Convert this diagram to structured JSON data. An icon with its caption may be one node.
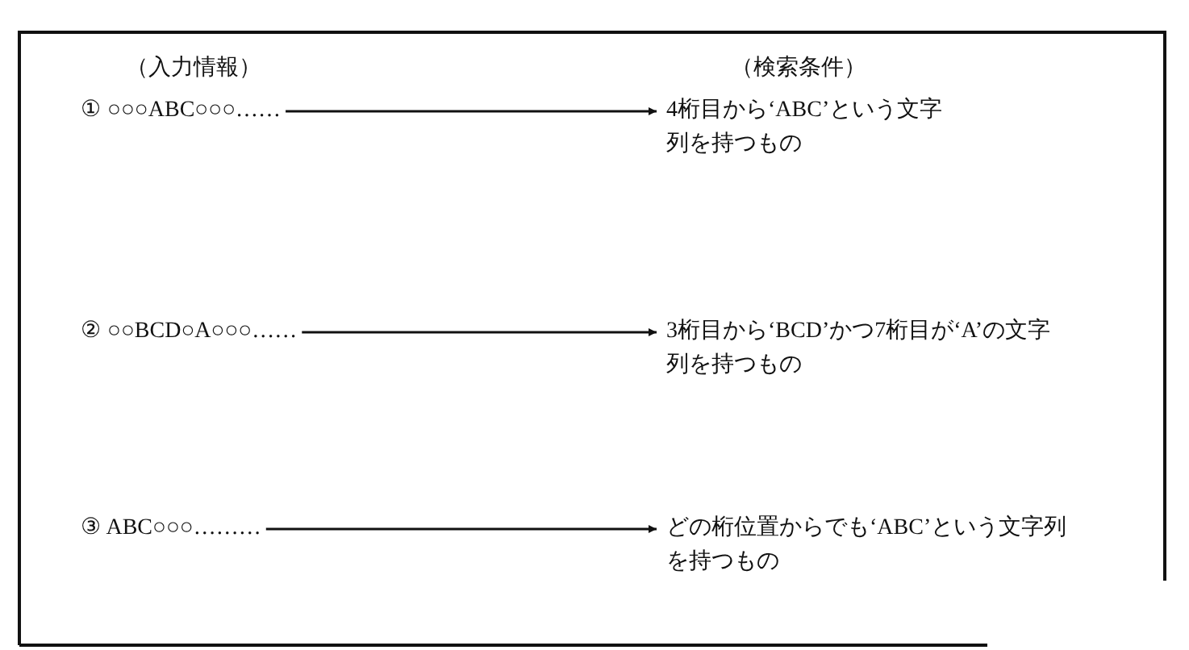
{
  "diagram": {
    "nodes": [
      {
        "text": [
          "① ○○○ABC○○○……"
        ]
      },
      {
        "text": [
          "4桁目から‘ABC’という文字列を持つもの"
        ]
      },
      {
        "text": [
          "② ○○BCD○A○○○……"
        ]
      },
      {
        "text": [
          "3桁目から‘BCD’かつ7桁目が‘A’の文字列を持つもの"
        ]
      },
      {
        "text": [
          "③ ABC○○○………"
        ]
      },
      {
        "text": [
          "どの桁位置からでも‘ABC’という文字列を持つもの"
        ]
      }
    ],
    "edges": [
      {
        "from": 0,
        "to": 1,
        "arrow": "to"
      },
      {
        "from": 2,
        "to": 3,
        "arrow": "to"
      },
      {
        "from": 4,
        "to": 5,
        "arrow": "to"
      }
    ],
    "labels": [
      "（入力情報）",
      "（検索条件）"
    ]
  }
}
